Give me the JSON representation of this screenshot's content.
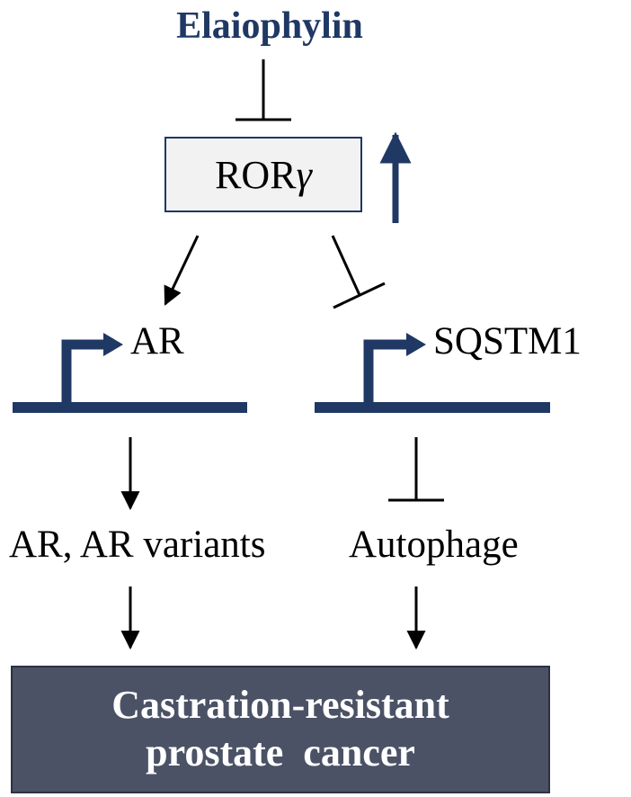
{
  "drug": "Elaiophylin",
  "target": {
    "name": "ROR",
    "greek": "γ"
  },
  "genes": {
    "left": "AR",
    "right": "SQSTM1"
  },
  "products": {
    "left": "AR, AR variants",
    "right": "Autophage"
  },
  "outcome": {
    "line1": "Castration-resistant",
    "line2": "prostate  cancer"
  },
  "colors": {
    "navy": "#1f3864",
    "box_fill": "#f2f2f2",
    "outcome_fill": "#4b5266",
    "arrow": "#000000"
  }
}
